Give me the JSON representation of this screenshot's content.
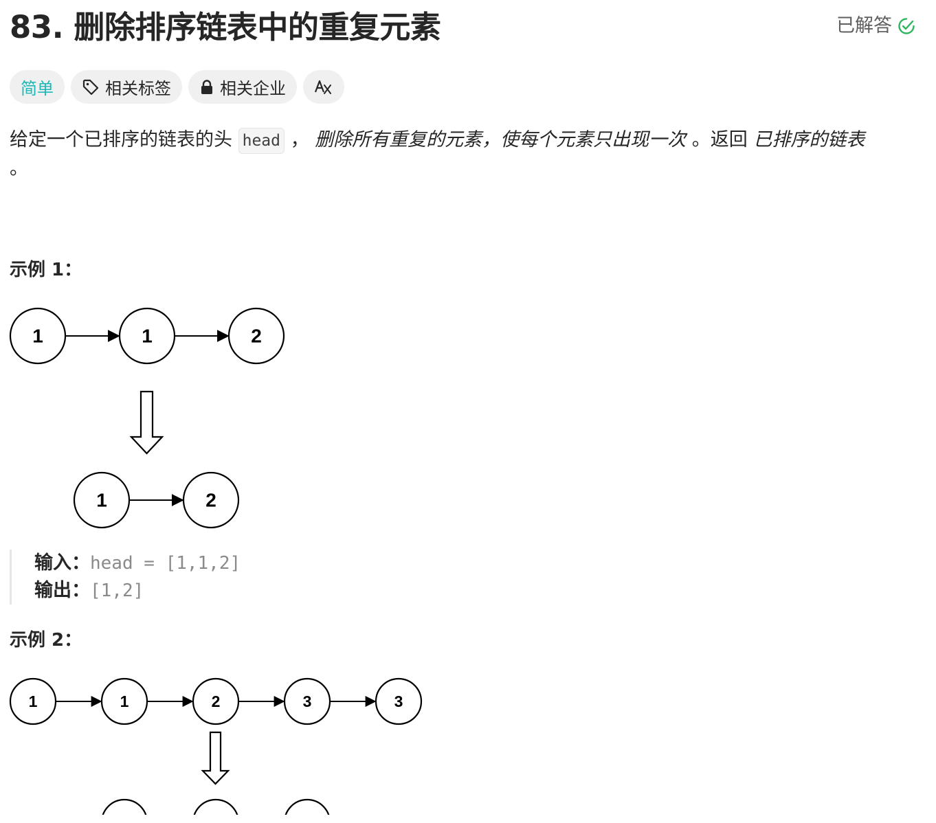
{
  "problem": {
    "title": "83. 删除排序链表中的重复元素",
    "solved_label": "已解答",
    "colors": {
      "easy": "#1cb8b8",
      "solved_check": "#2db55d"
    }
  },
  "tags": {
    "difficulty": "简单",
    "topics": "相关标签",
    "companies": "相关企业",
    "translate_icon": "translate-icon"
  },
  "description": {
    "p1": "给定一个已排序的链表的头",
    "code": "head",
    "p2": "，",
    "em1": "删除所有重复的元素，使每个元素只出现一次",
    "p3": "。返回",
    "em2": "已排序的链表",
    "p4": "。"
  },
  "examples": [
    {
      "heading": "示例 1：",
      "input_label": "输入：",
      "input_value": "head = [1,1,2]",
      "output_label": "输出：",
      "output_value": "[1,2]",
      "before_list": [
        "1",
        "1",
        "2"
      ],
      "after_list": [
        "1",
        "2"
      ]
    },
    {
      "heading": "示例 2：",
      "before_list": [
        "1",
        "1",
        "2",
        "3",
        "3"
      ]
    }
  ]
}
